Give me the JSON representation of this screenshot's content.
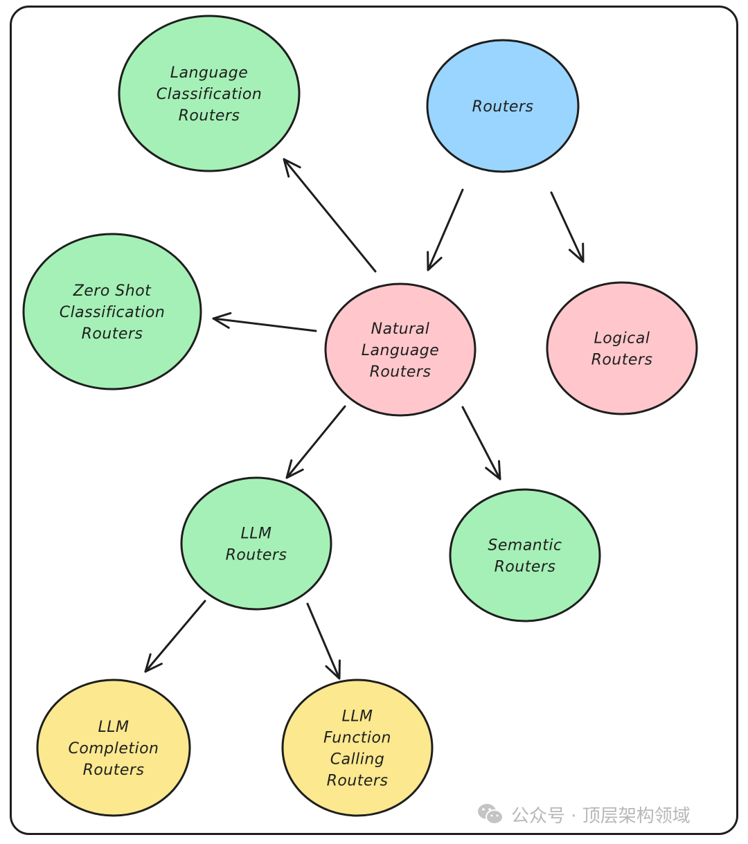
{
  "nodes": [
    {
      "id": "routers",
      "lines": [
        "Routers"
      ],
      "color": "#99d5ff"
    },
    {
      "id": "language-classification",
      "lines": [
        "Language",
        "Classification",
        "Routers"
      ],
      "color": "#a5f0b6"
    },
    {
      "id": "zero-shot",
      "lines": [
        "Zero Shot",
        "Classification",
        "Routers"
      ],
      "color": "#a5f0b6"
    },
    {
      "id": "natural-language",
      "lines": [
        "Natural",
        "Language",
        "Routers"
      ],
      "color": "#ffc7cb"
    },
    {
      "id": "logical",
      "lines": [
        "Logical",
        "Routers"
      ],
      "color": "#ffc7cb"
    },
    {
      "id": "llm",
      "lines": [
        "LLM",
        "Routers"
      ],
      "color": "#a5f0b6"
    },
    {
      "id": "semantic",
      "lines": [
        "Semantic",
        "Routers"
      ],
      "color": "#a5f0b6"
    },
    {
      "id": "llm-completion",
      "lines": [
        "LLM",
        "Completion",
        "Routers"
      ],
      "color": "#fbe88f"
    },
    {
      "id": "llm-function-calling",
      "lines": [
        "LLM",
        "Function",
        "Calling",
        "Routers"
      ],
      "color": "#fbe88f"
    }
  ],
  "edges": [
    {
      "from": "routers",
      "to": "natural-language"
    },
    {
      "from": "routers",
      "to": "logical"
    },
    {
      "from": "natural-language",
      "to": "language-classification"
    },
    {
      "from": "natural-language",
      "to": "zero-shot"
    },
    {
      "from": "natural-language",
      "to": "llm"
    },
    {
      "from": "natural-language",
      "to": "semantic"
    },
    {
      "from": "llm",
      "to": "llm-completion"
    },
    {
      "from": "llm",
      "to": "llm-function-calling"
    }
  ],
  "watermark": {
    "text": "公众号 · 顶层架构领域",
    "icon": "wechat-icon"
  }
}
